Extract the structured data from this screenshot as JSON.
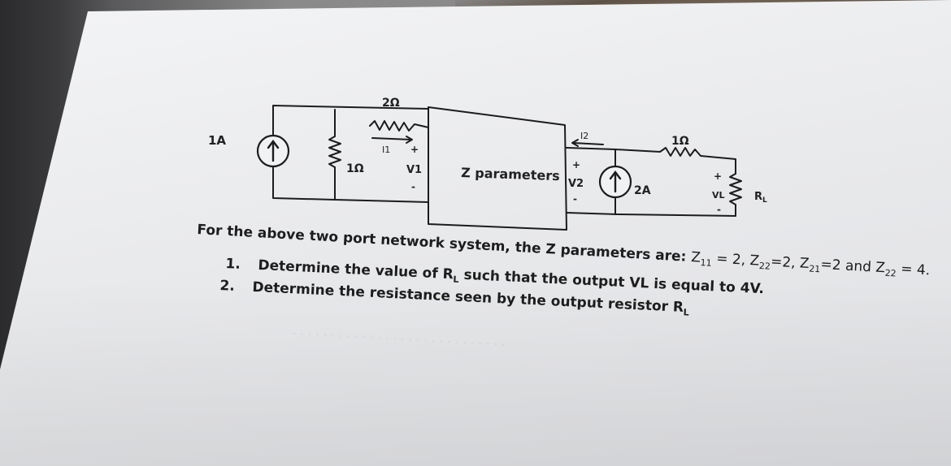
{
  "circuit": {
    "source_left": "1A",
    "r_shunt": "1Ω",
    "r_series": "2Ω",
    "i1": "I1",
    "v1": "V1",
    "block": "Z parameters",
    "i2": "I2",
    "v2": "V2",
    "source_right": "2A",
    "r_output": "1Ω",
    "vl": "VL",
    "rl": "R",
    "rl_sub": "L",
    "plus": "+",
    "minus": "-"
  },
  "text": {
    "intro": "For the above two port network system, the Z parameters are: Z11 = 2, Z22=2, Z21=2 and Z22 = 4.",
    "intro_prefix": "For the above two port network system, the Z parameters are: ",
    "params": [
      {
        "z": "Z",
        "sub": "11",
        "eq": " = 2, "
      },
      {
        "z": "Z",
        "sub": "22",
        "eq": "=2, "
      },
      {
        "z": "Z",
        "sub": "21",
        "eq": "=2 and "
      },
      {
        "z": "Z",
        "sub": "22",
        "eq": " = 4."
      }
    ],
    "q1_num": "1.",
    "q1_a": "Determine the value of R",
    "q1_sub": "L",
    "q1_b": " such that the output VL is equal to 4V.",
    "q2_num": "2.",
    "q2_a": "Determine the resistance seen by the output resistor R",
    "q2_sub": "L"
  }
}
